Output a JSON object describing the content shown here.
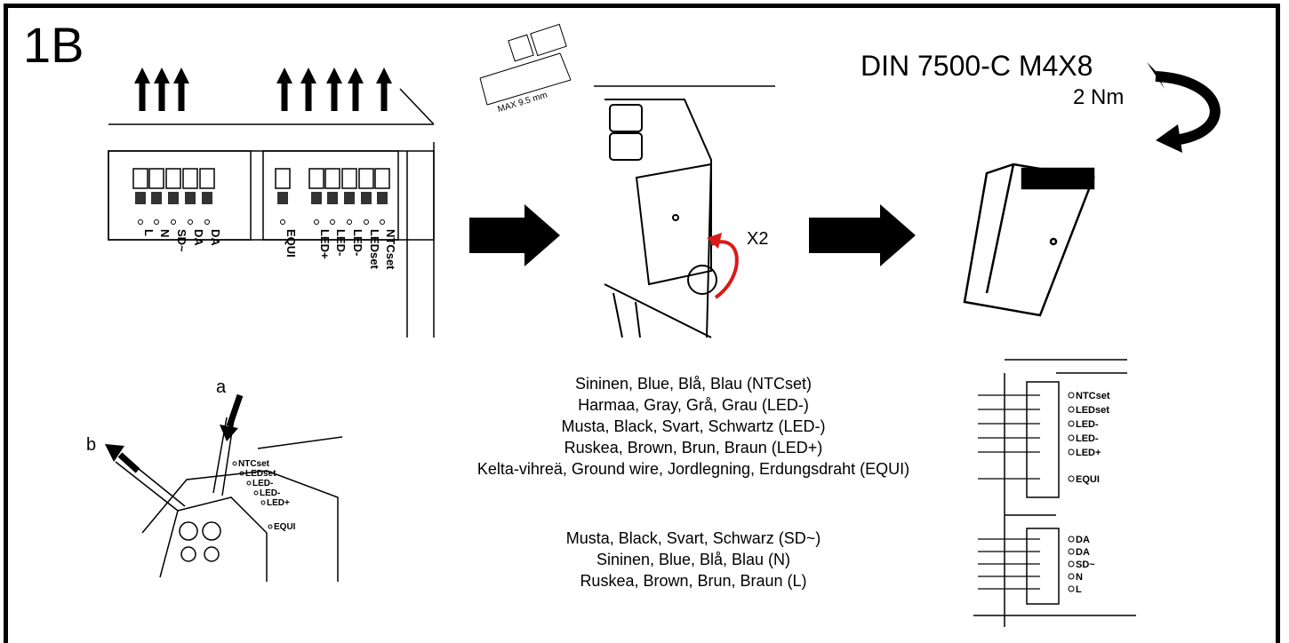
{
  "step_label": "1B",
  "screw_spec": "DIN 7500-C M4X8",
  "torque": "2 Nm",
  "gauge_label": "MAX 9.5 mm",
  "screw_count": "X2",
  "callout_a": "a",
  "callout_b": "b",
  "terminal_labels_top": {
    "mains": [
      "L",
      "N",
      "SD~",
      "DA",
      "DA"
    ],
    "led": [
      "EQUI",
      "LED+",
      "LED-",
      "LED-",
      "LEDset",
      "NTCset"
    ]
  },
  "terminal_labels_right_upper": [
    "NTCset",
    "LEDset",
    "LED-",
    "LED-",
    "LED+",
    "EQUI"
  ],
  "terminal_labels_right_lower": [
    "DA",
    "DA",
    "SD~",
    "N",
    "L"
  ],
  "terminal_labels_detail": [
    "NTCset",
    "LEDset",
    "LED-",
    "LED-",
    "LED+",
    "EQUI"
  ],
  "wire_legend_upper": [
    "Sininen, Blue, Blå, Blau (NTCset)",
    "Harmaa, Gray, Grå, Grau (LED-)",
    "Musta, Black, Svart, Schwartz (LED-)",
    "Ruskea, Brown, Brun, Braun (LED+)",
    "Kelta-vihreä, Ground wire, Jordlegning, Erdungsdraht (EQUI)"
  ],
  "wire_legend_lower": [
    "Musta, Black, Svart, Schwarz (SD~)",
    "Sininen, Blue, Blå, Blau (N)",
    "Ruskea, Brown, Brun, Braun (L)"
  ],
  "accent_color": "#d91a1a"
}
